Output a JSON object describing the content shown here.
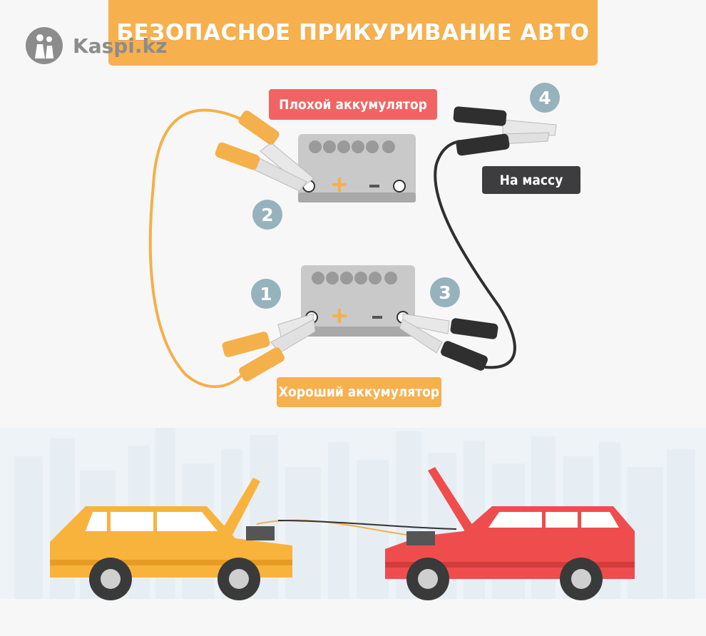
{
  "title": "БЕЗОПАСНОЕ ПРИКУРИВАНИЕ АВТО",
  "logo": {
    "text": "Kaspi.kz",
    "icon": "kaspi-people-icon"
  },
  "labels": {
    "bad_battery": "Плохой аккумулятор",
    "good_battery": "Хороший аккумулятор",
    "ground": "На массу"
  },
  "steps": [
    "1",
    "2",
    "3",
    "4"
  ],
  "battery_terminals": {
    "plus": "+",
    "minus": "−"
  },
  "colors": {
    "banner": "#f7b04e",
    "bad_label": "#f26464",
    "ground_label": "#3d3d3f",
    "good_label": "#f7b04e",
    "step_circle": "#96b2bd",
    "positive_cable": "#f4b04a",
    "negative_cable": "#2f2f2f",
    "battery_body": "#c9c9c9",
    "yellow_car": "#f8b33d",
    "red_car": "#ef4d4d"
  }
}
